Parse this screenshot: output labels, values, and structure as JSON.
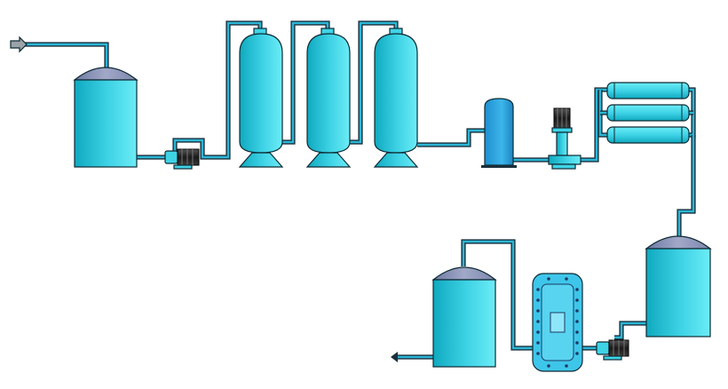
{
  "diagram": {
    "labels": [],
    "colors": {
      "tank_body_light": "#5ee6f2",
      "tank_body_dark": "#0fa9bf",
      "tank_dome": "#8a93b8",
      "pipe_outer": "#1b2f3a",
      "pipe_inner": "#2bb6d6",
      "pump_motor": "#222222",
      "cartridge_filter": "#2ea9e0",
      "edi_module": "#3ec6ea",
      "bolt": "#1c3a66"
    },
    "components": [
      {
        "id": "raw-water-inlet",
        "icon": "arrow-right-icon"
      },
      {
        "id": "raw-water-tank",
        "icon": "storage-tank-icon"
      },
      {
        "id": "raw-water-pump",
        "icon": "centrifugal-pump-icon"
      },
      {
        "id": "multimedia-filter",
        "icon": "pressure-vessel-icon"
      },
      {
        "id": "activated-carbon-filter",
        "icon": "pressure-vessel-icon"
      },
      {
        "id": "water-softener",
        "icon": "pressure-vessel-icon"
      },
      {
        "id": "precision-cartridge-filter",
        "icon": "cartridge-filter-icon"
      },
      {
        "id": "high-pressure-pump",
        "icon": "vertical-multistage-pump-icon"
      },
      {
        "id": "ro-membrane-housings",
        "icon": "membrane-housing-icon",
        "count": 3
      },
      {
        "id": "intermediate-water-tank",
        "icon": "storage-tank-icon"
      },
      {
        "id": "edi-booster-pump",
        "icon": "centrifugal-pump-icon"
      },
      {
        "id": "edi-module",
        "icon": "edi-module-icon"
      },
      {
        "id": "pure-water-tank",
        "icon": "storage-tank-icon"
      },
      {
        "id": "pure-water-outlet",
        "icon": "arrow-left-icon"
      }
    ]
  }
}
